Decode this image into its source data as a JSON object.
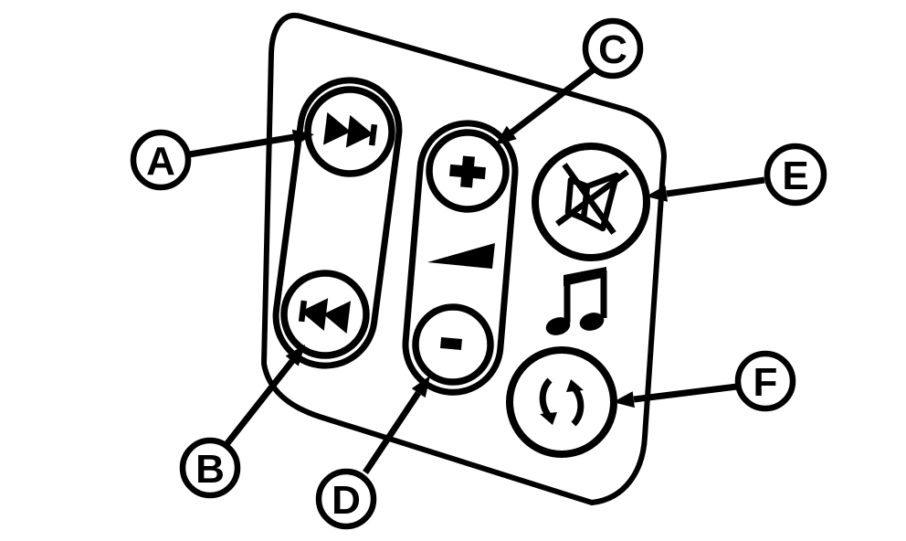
{
  "colors": {
    "line": "#000000",
    "background": "#ffffff"
  },
  "panel": {
    "kind": "steering-wheel-audio-control-pad",
    "buttons": [
      {
        "callout": "A",
        "icon": "skip-forward-icon"
      },
      {
        "callout": "B",
        "icon": "skip-backward-icon"
      },
      {
        "callout": "C",
        "icon": "plus-icon"
      },
      {
        "callout": "D",
        "icon": "minus-icon"
      },
      {
        "callout": "E",
        "icon": "muted-speaker-icon"
      },
      {
        "callout": "F",
        "icon": "cycle-arrows-icon"
      }
    ],
    "decorations": [
      "volume-wedge-icon",
      "music-note-icon"
    ]
  },
  "callouts": [
    {
      "label": "A"
    },
    {
      "label": "B"
    },
    {
      "label": "C"
    },
    {
      "label": "D"
    },
    {
      "label": "E"
    },
    {
      "label": "F"
    }
  ]
}
